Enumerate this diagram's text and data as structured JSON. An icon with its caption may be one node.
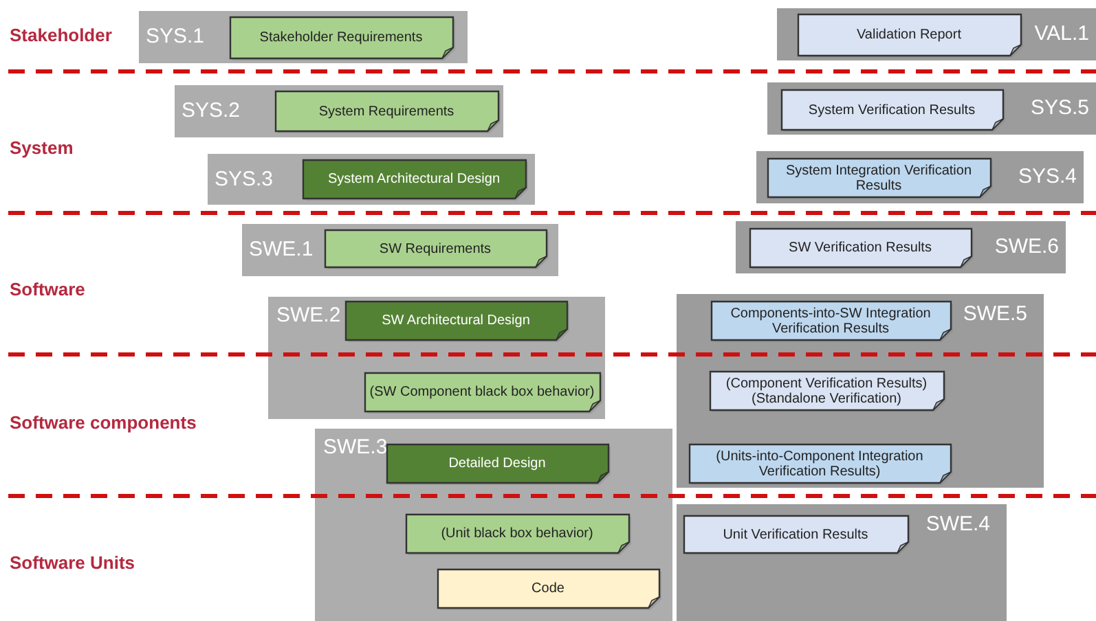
{
  "diagram": {
    "nodes": [
      {
        "text": [
          "SYS.1"
        ]
      },
      {
        "text": [
          "Stakeholder Requirements"
        ],
        "in": 0
      },
      {
        "text": [
          "VAL.1"
        ]
      },
      {
        "text": [
          "Validation Report"
        ],
        "in": 2
      },
      {
        "text": [
          "SYS.2"
        ]
      },
      {
        "text": [
          "System Requirements"
        ],
        "in": 4
      },
      {
        "text": [
          "SYS.5"
        ]
      },
      {
        "text": [
          "System Verification Results"
        ],
        "in": 6
      },
      {
        "text": [
          "SYS.3"
        ]
      },
      {
        "text": [
          "System Architectural Design"
        ],
        "in": 8
      },
      {
        "text": [
          "SYS.4"
        ]
      },
      {
        "text": [
          "System Integration Verification Results"
        ],
        "in": 10
      },
      {
        "text": [
          "SWE.1"
        ]
      },
      {
        "text": [
          "SW Requirements"
        ],
        "in": 12
      },
      {
        "text": [
          "SWE.6"
        ]
      },
      {
        "text": [
          "SW Verification Results"
        ],
        "in": 14
      },
      {
        "text": [
          "SWE.2"
        ]
      },
      {
        "text": [
          "SW Architectural Design"
        ],
        "in": 16
      },
      {
        "text": [
          "(SW Component black box behavior)"
        ],
        "in": 16
      },
      {
        "text": [
          "SWE.5"
        ]
      },
      {
        "text": [
          "Components-into-SW Integration Verification Results"
        ],
        "in": 19
      },
      {
        "text": [
          "(Component Verification Results) (Standalone Verification)"
        ],
        "in": 19
      },
      {
        "text": [
          "(Units-into-Component Integration Verification Results)"
        ],
        "in": 19
      },
      {
        "text": [
          "SWE.3"
        ]
      },
      {
        "text": [
          "Detailed Design"
        ],
        "in": 23
      },
      {
        "text": [
          "(Unit black box behavior)"
        ],
        "in": 23
      },
      {
        "text": [
          "Code"
        ],
        "in": 23
      },
      {
        "text": [
          "SWE.4"
        ]
      },
      {
        "text": [
          "Unit Verification Results"
        ],
        "in": 27
      }
    ],
    "labels": [
      "Stakeholder",
      "System",
      "Software",
      "Software components",
      "Software Units"
    ]
  }
}
